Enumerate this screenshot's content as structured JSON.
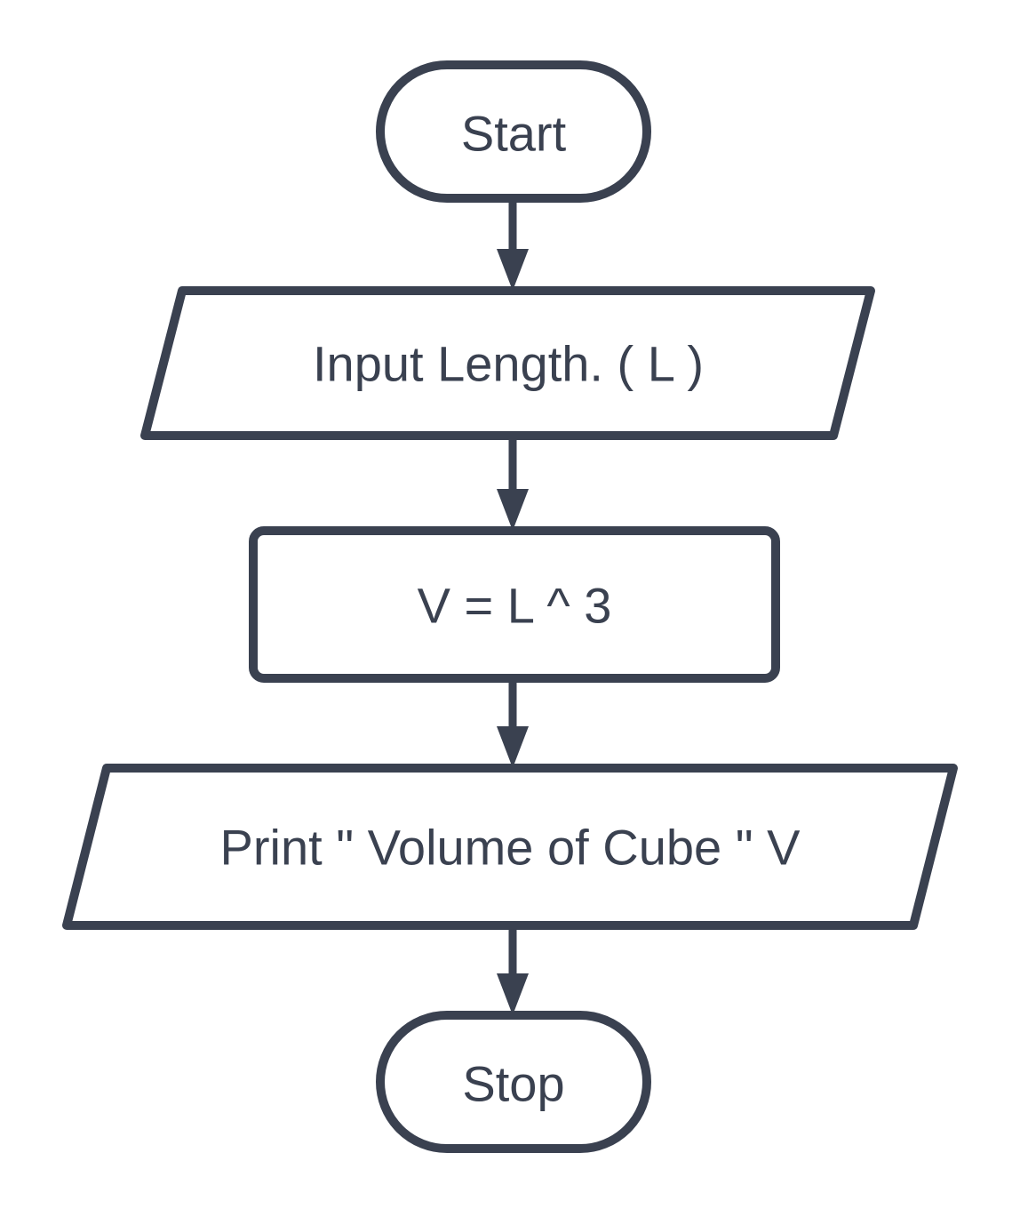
{
  "diagram": {
    "type": "flowchart",
    "colors": {
      "stroke": "#3a4150",
      "fill": "#ffffff",
      "background": "#ffffff",
      "text": "#3a4150"
    },
    "nodes": [
      {
        "id": "start",
        "type": "terminator",
        "label": "Start"
      },
      {
        "id": "input",
        "type": "input-output",
        "label": "Input Length. ( L )"
      },
      {
        "id": "process",
        "type": "process",
        "label": "V = L ^ 3"
      },
      {
        "id": "output",
        "type": "input-output",
        "label": "Print \" Volume of Cube \" V"
      },
      {
        "id": "stop",
        "type": "terminator",
        "label": "Stop"
      }
    ],
    "edges": [
      {
        "from": "start",
        "to": "input",
        "direction": "down"
      },
      {
        "from": "input",
        "to": "process",
        "direction": "down"
      },
      {
        "from": "process",
        "to": "output",
        "direction": "down"
      },
      {
        "from": "output",
        "to": "stop",
        "direction": "down"
      }
    ]
  }
}
